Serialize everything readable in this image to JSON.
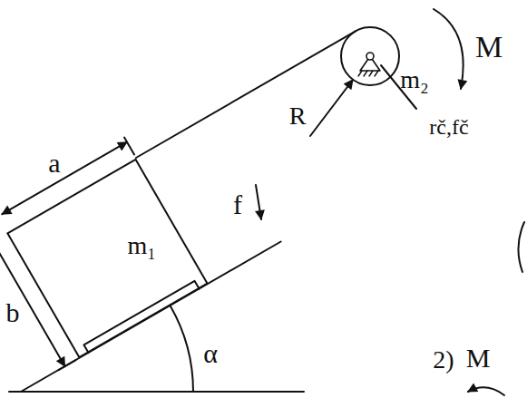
{
  "diagram": {
    "nodes": [
      {
        "text": [
          "m₁"
        ]
      }
    ],
    "labels": [
      "a",
      "b",
      "f",
      "α",
      "R",
      "m₂",
      "rč,fč",
      "M",
      "2)",
      "M"
    ]
  }
}
